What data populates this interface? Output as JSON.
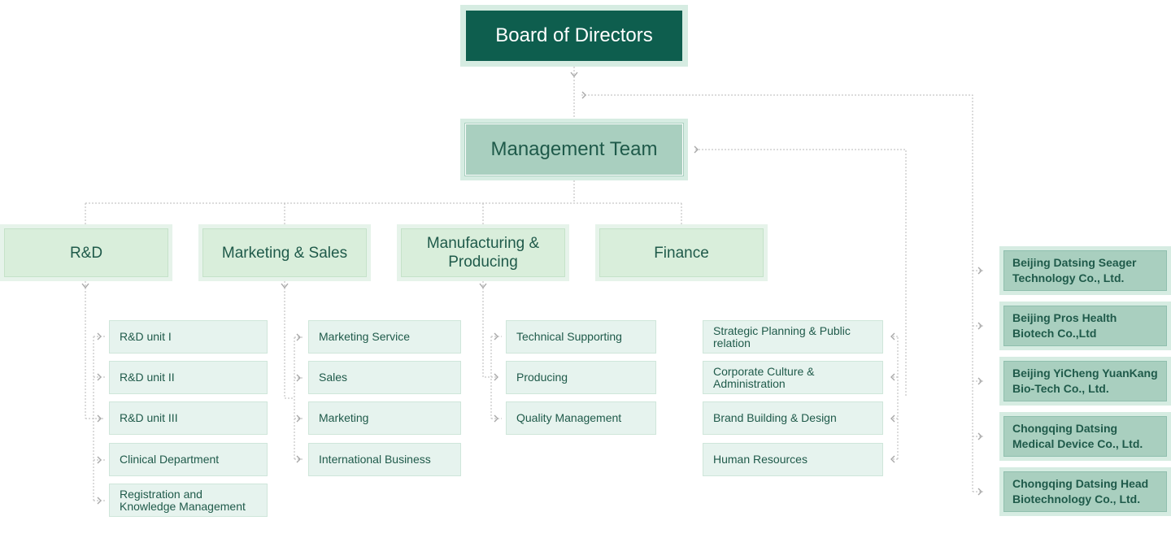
{
  "board": {
    "label": "Board of Directors"
  },
  "management": {
    "label": "Management Team"
  },
  "departments": [
    {
      "label": "R&D"
    },
    {
      "label": "Marketing & Sales"
    },
    {
      "label": "Manufacturing & Producing"
    },
    {
      "label": "Finance"
    }
  ],
  "rd_units": [
    "R&D unit I",
    "R&D unit II",
    "R&D unit III",
    "Clinical Department",
    "Registration and Knowledge Management"
  ],
  "marketing_units": [
    "Marketing Service",
    "Sales",
    "Marketing",
    "International Business"
  ],
  "manufacturing_units": [
    "Technical Supporting",
    "Producing",
    "Quality Management"
  ],
  "management_units": [
    "Strategic Planning & Public relation",
    "Corporate Culture & Administration",
    "Brand Building & Design",
    "Human Resources"
  ],
  "subsidiaries": [
    "Beijing Datsing Seager Technology Co., Ltd.",
    "Beijing Pros Health Biotech Co.,Ltd",
    "Beijing YiCheng YuanKang Bio-Tech Co., Ltd.",
    "Chongqing Datsing Medical Device Co., Ltd.",
    "Chongqing Datsing Head Biotechnology Co., Ltd."
  ],
  "colors": {
    "board_fill": "#0e5e4e",
    "management_fill": "#a9cfbf",
    "department_fill": "#d9eedb",
    "unit_fill": "#e6f3ee",
    "connector": "#b5b5b5",
    "text": "#1f5a4a"
  }
}
